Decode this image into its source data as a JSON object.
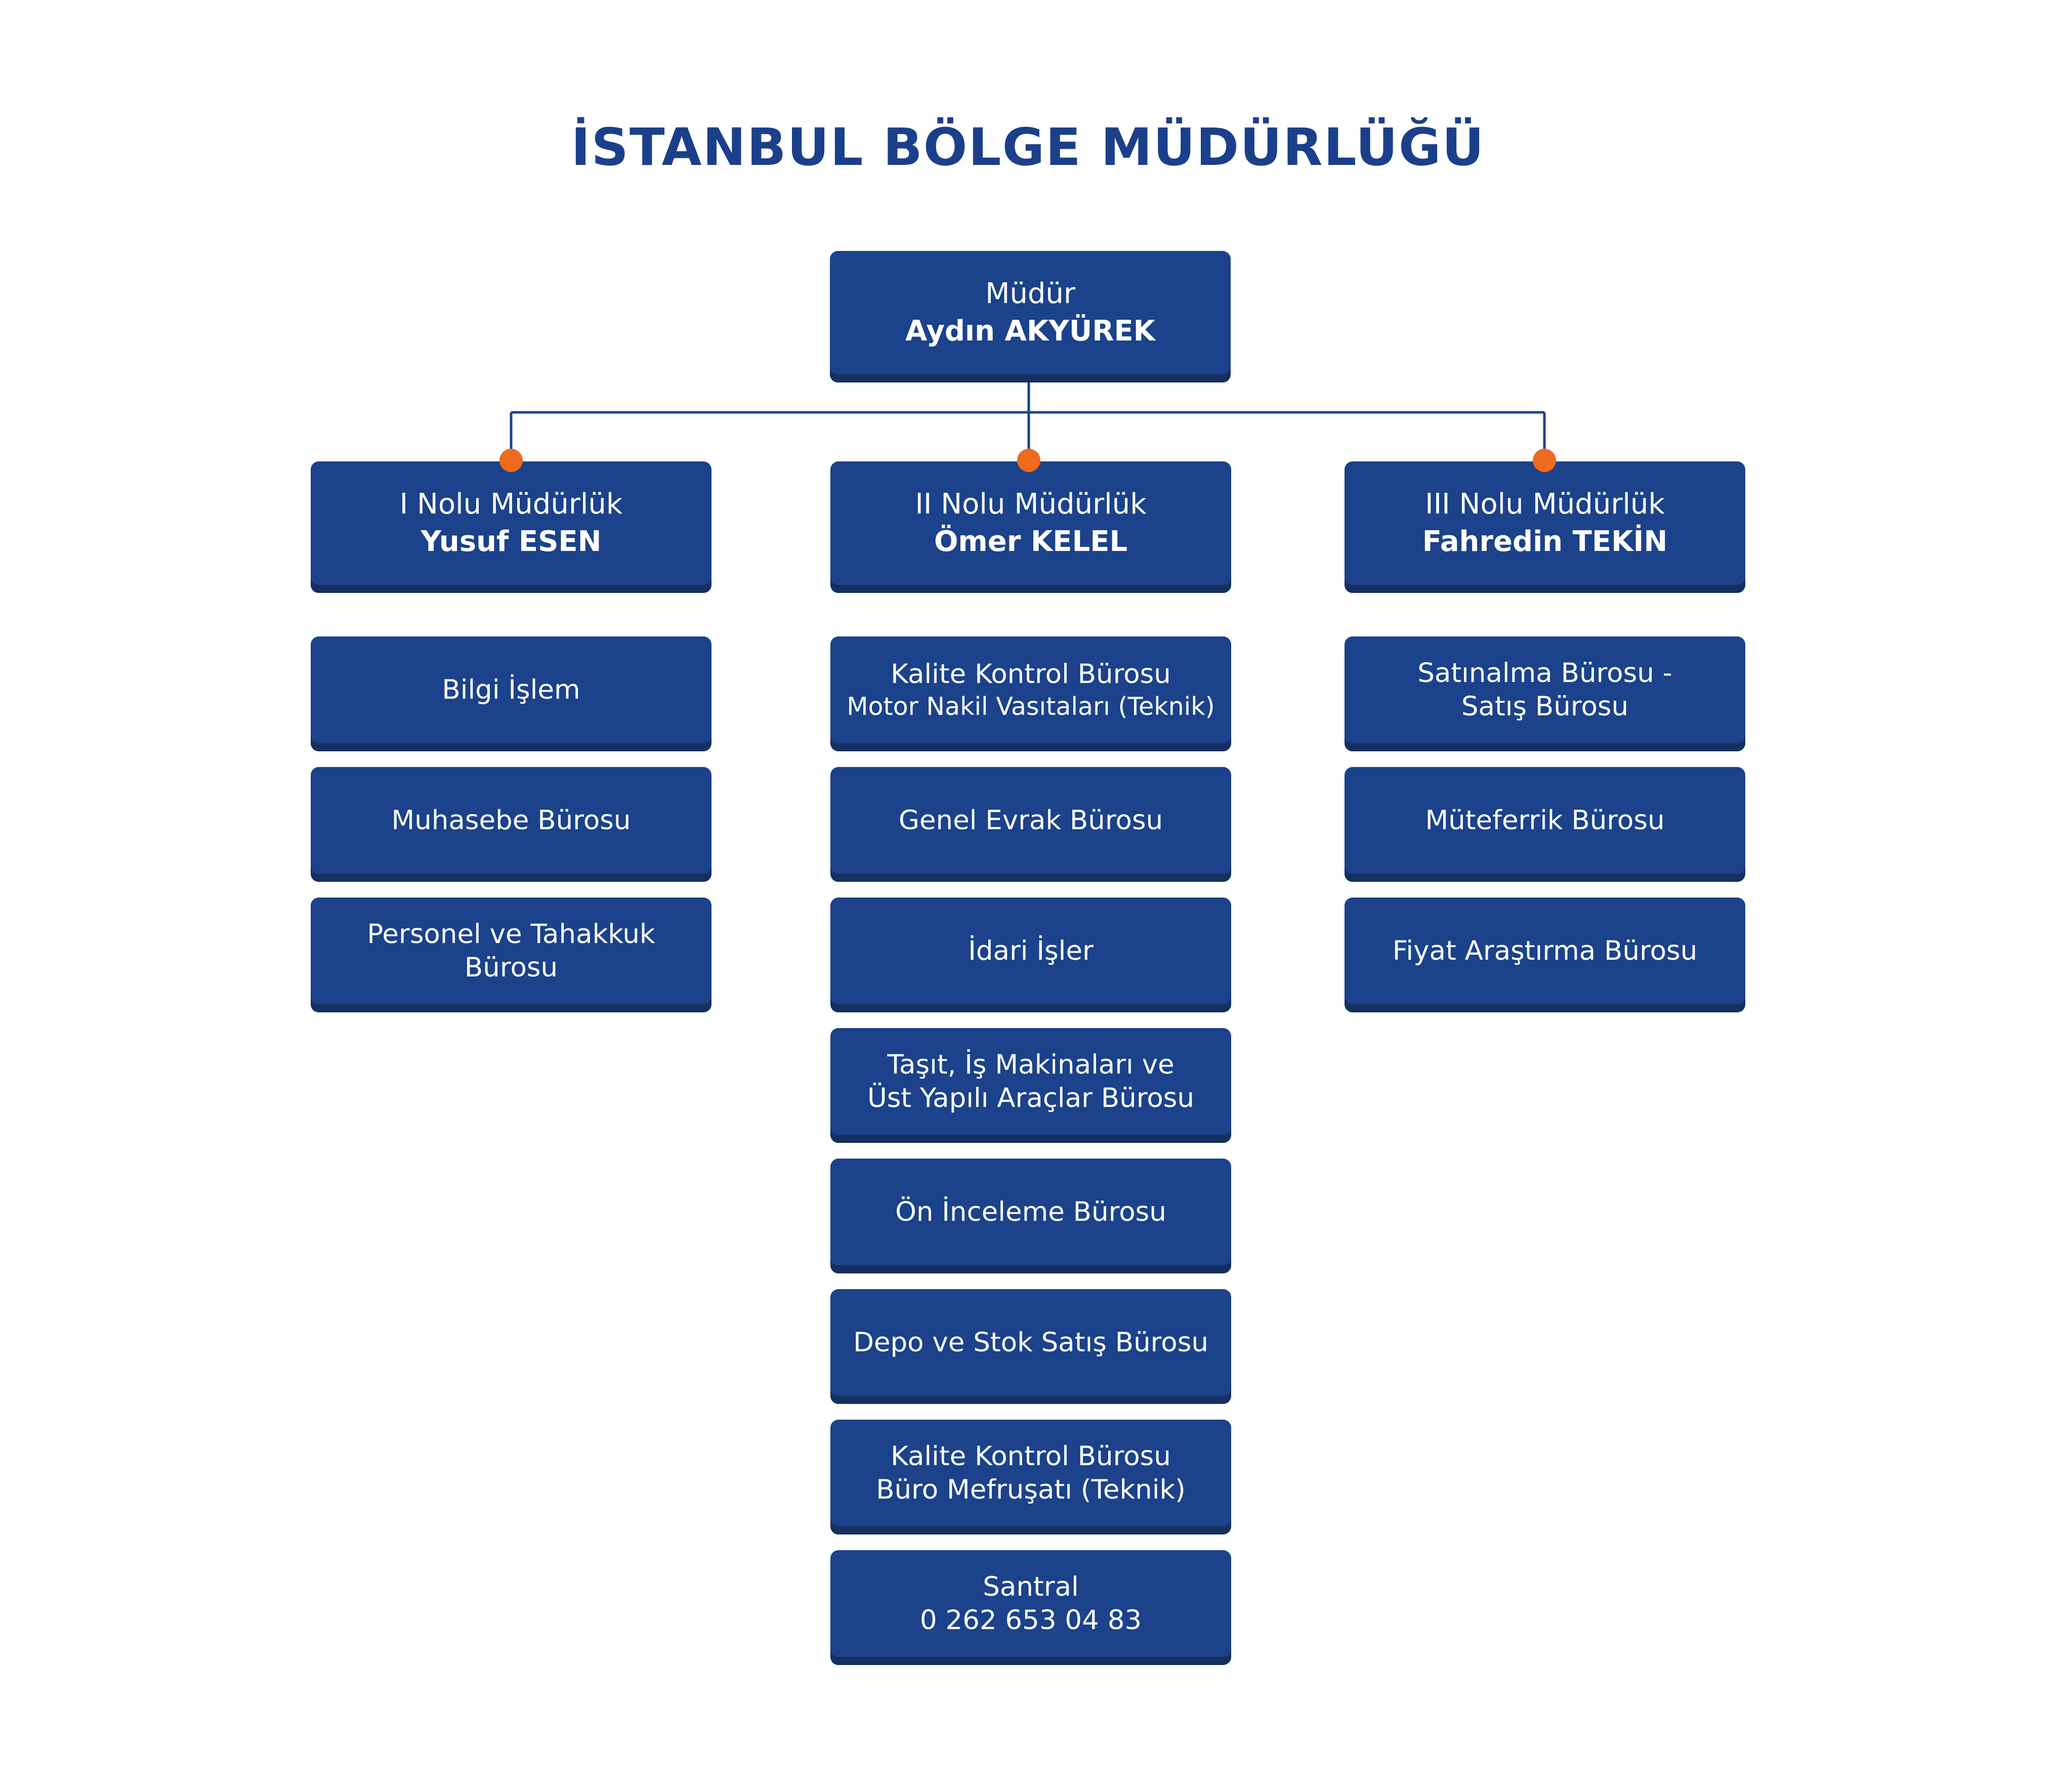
{
  "title": "İSTANBUL BÖLGE MÜDÜRLÜĞÜ",
  "colors": {
    "title": "#1b3f8a",
    "box": "#1b428a",
    "box_shadow": "#152f5f",
    "connector": "#1b428a",
    "dot": "#ee6a1e"
  },
  "director": {
    "role": "Müdür",
    "name": "Aydın AKYÜREK"
  },
  "departments": [
    {
      "role": "I Nolu Müdürlük",
      "name": "Yusuf ESEN",
      "offices": [
        {
          "lines": [
            "Bilgi İşlem"
          ]
        },
        {
          "lines": [
            "Muhasebe Bürosu"
          ]
        },
        {
          "lines": [
            "Personel ve Tahakkuk",
            "Bürosu"
          ]
        }
      ]
    },
    {
      "role": "II Nolu Müdürlük",
      "name": "Ömer KELEL",
      "offices": [
        {
          "lines": [
            "Kalite Kontrol Bürosu",
            "Motor Nakil Vasıtaları (Teknik)"
          ]
        },
        {
          "lines": [
            "Genel Evrak Bürosu"
          ]
        },
        {
          "lines": [
            "İdari İşler"
          ]
        },
        {
          "lines": [
            "Taşıt, İş Makinaları ve",
            "Üst Yapılı Araçlar Bürosu"
          ]
        },
        {
          "lines": [
            "Ön İnceleme Bürosu"
          ]
        },
        {
          "lines": [
            "Depo ve Stok Satış Bürosu"
          ]
        },
        {
          "lines": [
            "Kalite Kontrol Bürosu",
            "Büro Mefruşatı (Teknik)"
          ]
        },
        {
          "lines": [
            "Santral",
            "0 262 653 04 83"
          ]
        }
      ]
    },
    {
      "role": "III Nolu Müdürlük",
      "name": "Fahredin TEKİN",
      "offices": [
        {
          "lines": [
            "Satınalma Bürosu -",
            "Satış Bürosu"
          ]
        },
        {
          "lines": [
            "Müteferrik Bürosu"
          ]
        },
        {
          "lines": [
            "Fiyat Araştırma Bürosu"
          ]
        }
      ]
    }
  ]
}
